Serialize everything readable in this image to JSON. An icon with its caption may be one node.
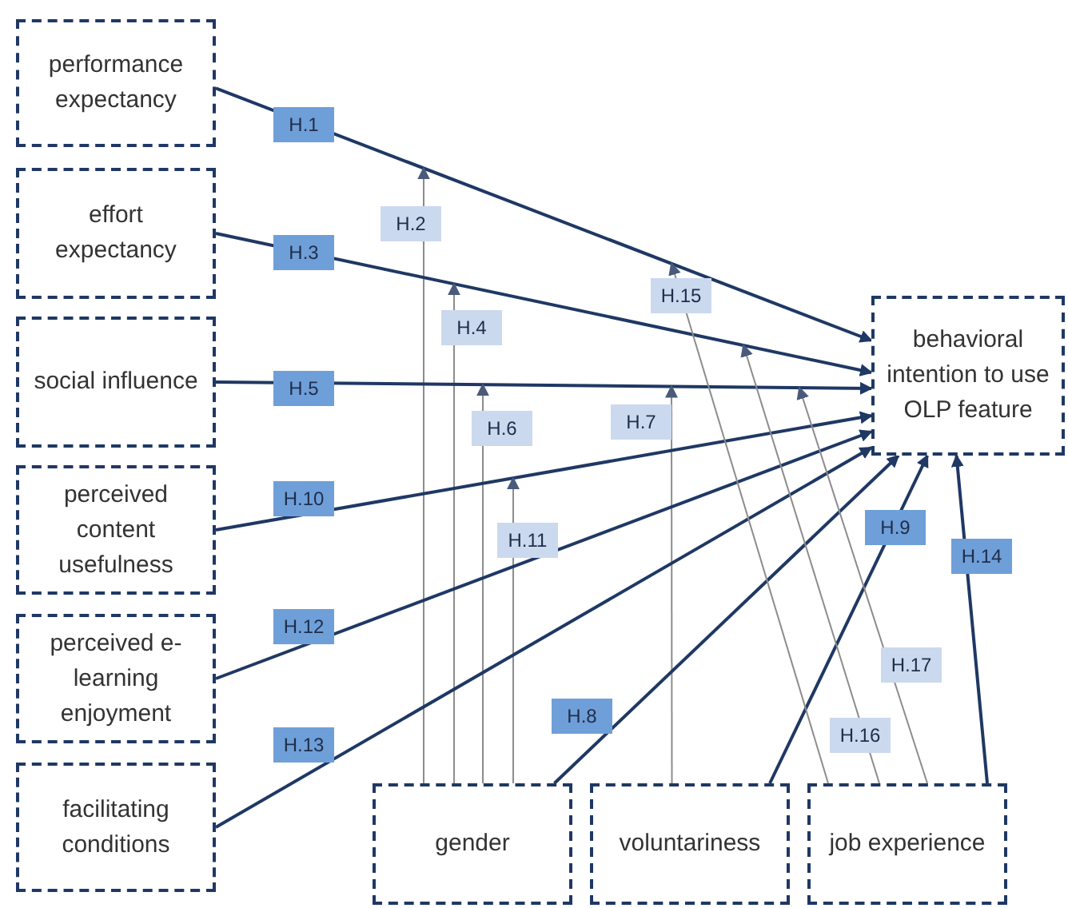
{
  "diagram": {
    "nodes": [
      {
        "text": [
          "performance expectancy"
        ]
      },
      {
        "text": [
          "effort expectancy"
        ]
      },
      {
        "text": [
          "social influence"
        ]
      },
      {
        "text": [
          "perceived content usefulness"
        ]
      },
      {
        "text": [
          "perceived e-learning enjoyment"
        ]
      },
      {
        "text": [
          "facilitating conditions"
        ]
      },
      {
        "text": [
          "behavioral intention to use OLP feature"
        ]
      },
      {
        "text": [
          "gender"
        ]
      },
      {
        "text": [
          "voluntariness"
        ]
      },
      {
        "text": [
          "job experience"
        ]
      }
    ],
    "edges": [
      {
        "from": 0,
        "to": 6,
        "arrow": "to",
        "label": "H.1"
      },
      {
        "from": 7,
        "to": null,
        "arrow": "to",
        "label": "H.2",
        "color": "#8c8c8c"
      },
      {
        "from": 1,
        "to": 6,
        "arrow": "to",
        "label": "H.3"
      },
      {
        "from": 7,
        "to": null,
        "arrow": "to",
        "label": "H.4",
        "color": "#8c8c8c"
      },
      {
        "from": 2,
        "to": 6,
        "arrow": "to",
        "label": "H.5"
      },
      {
        "from": 7,
        "to": null,
        "arrow": "to",
        "label": "H.6",
        "color": "#8c8c8c"
      },
      {
        "from": 8,
        "to": null,
        "arrow": "to",
        "label": "H.7",
        "color": "#8c8c8c"
      },
      {
        "from": 7,
        "to": 6,
        "arrow": "to",
        "label": "H.8"
      },
      {
        "from": 8,
        "to": 6,
        "arrow": "to",
        "label": "H.9"
      },
      {
        "from": 3,
        "to": 6,
        "arrow": "to",
        "label": "H.10"
      },
      {
        "from": 7,
        "to": null,
        "arrow": "to",
        "label": "H.11",
        "color": "#8c8c8c"
      },
      {
        "from": 4,
        "to": 6,
        "arrow": "to",
        "label": "H.12"
      },
      {
        "from": 5,
        "to": 6,
        "arrow": "to",
        "label": "H.13"
      },
      {
        "from": 9,
        "to": 6,
        "arrow": "to",
        "label": "H.14"
      },
      {
        "from": 9,
        "to": null,
        "arrow": "to",
        "label": "H.15",
        "color": "#8c8c8c"
      },
      {
        "from": 9,
        "to": null,
        "arrow": "to",
        "label": "H.16",
        "color": "#8c8c8c"
      },
      {
        "from": 9,
        "to": null,
        "arrow": "to",
        "label": "H.17",
        "color": "#8c8c8c"
      }
    ]
  }
}
